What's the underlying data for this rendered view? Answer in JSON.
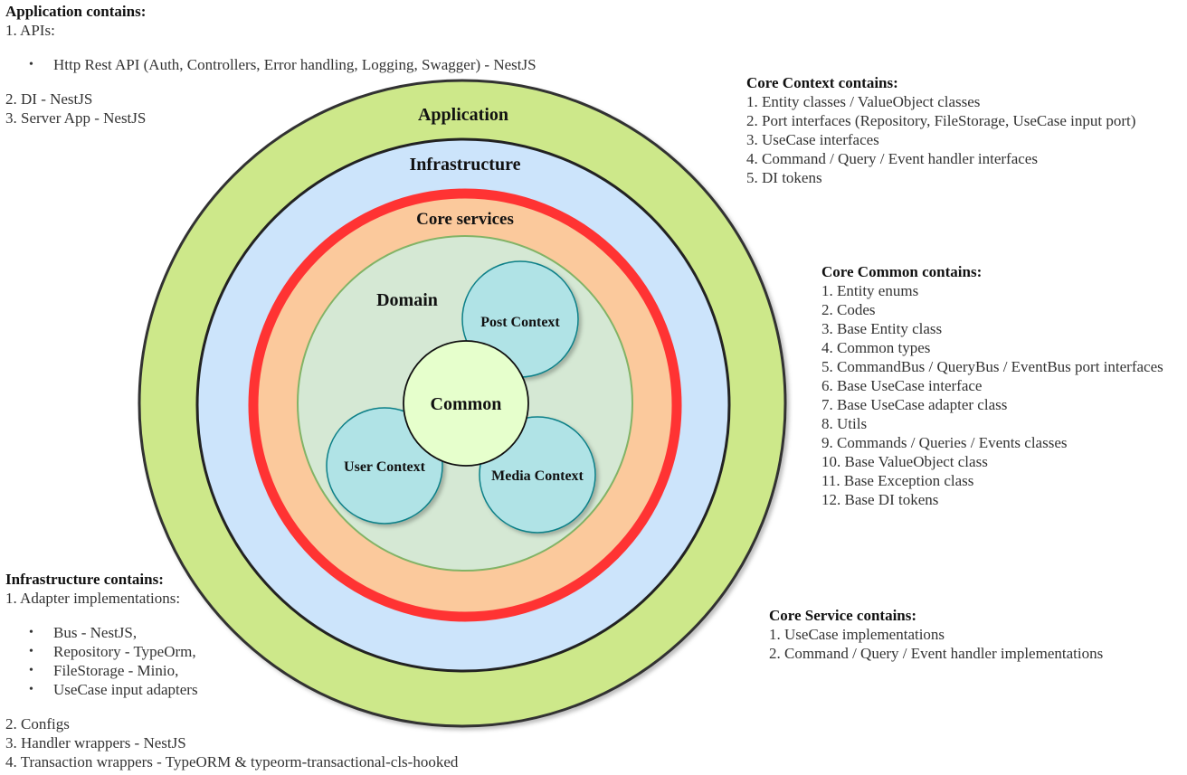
{
  "diagram": {
    "rings": {
      "application": "Application",
      "infrastructure": "Infrastructure",
      "core_services": "Core services",
      "domain": "Domain"
    },
    "contexts": {
      "common": "Common",
      "post": "Post Context",
      "user": "User Context",
      "media": "Media Context"
    },
    "colors": {
      "application_fill": "#cde88a",
      "infrastructure_fill": "#cce4fb",
      "core_services_fill": "#fbc99c",
      "core_services_border": "#ff3333",
      "domain_fill": "#d5e8d4",
      "context_fill": "#b0e3e6",
      "common_fill": "#e6ffcc"
    }
  },
  "notes": {
    "application": {
      "heading": "Application contains:",
      "item1": "1. APIs:",
      "bullets": [
        "Http Rest API (Auth, Controllers, Error handling, Logging, Swagger) - NestJS"
      ],
      "item2": "2. DI - NestJS",
      "item3": "3. Server App - NestJS"
    },
    "core_context": {
      "heading": "Core Context contains:",
      "items": [
        "1. Entity classes / ValueObject classes",
        "2. Port interfaces (Repository, FileStorage, UseCase input port)",
        "3. UseCase interfaces",
        "4. Command / Query / Event handler interfaces",
        "5. DI tokens"
      ]
    },
    "core_common": {
      "heading": "Core Common contains:",
      "items": [
        "1. Entity enums",
        "2. Codes",
        "3. Base Entity class",
        "4. Common types",
        "5. CommandBus / QueryBus / EventBus port interfaces",
        "6. Base UseCase interface",
        "7. Base UseCase adapter class",
        "8. Utils",
        "9. Commands / Queries / Events classes",
        "10. Base ValueObject class",
        "11. Base Exception class",
        "12. Base DI tokens"
      ]
    },
    "infrastructure": {
      "heading": "Infrastructure contains:",
      "item1": "1. Adapter implementations:",
      "bullets": [
        "Bus - NestJS,",
        "Repository - TypeOrm,",
        "FileStorage - Minio,",
        "UseCase input adapters"
      ],
      "item2": "2. Configs",
      "item3": "3. Handler wrappers - NestJS",
      "item4": "4. Transaction wrappers - TypeORM & typeorm-transactional-cls-hooked"
    },
    "core_service": {
      "heading": "Core Service contains:",
      "items": [
        "1. UseCase implementations",
        "2. Command / Query / Event handler implementations"
      ]
    }
  }
}
